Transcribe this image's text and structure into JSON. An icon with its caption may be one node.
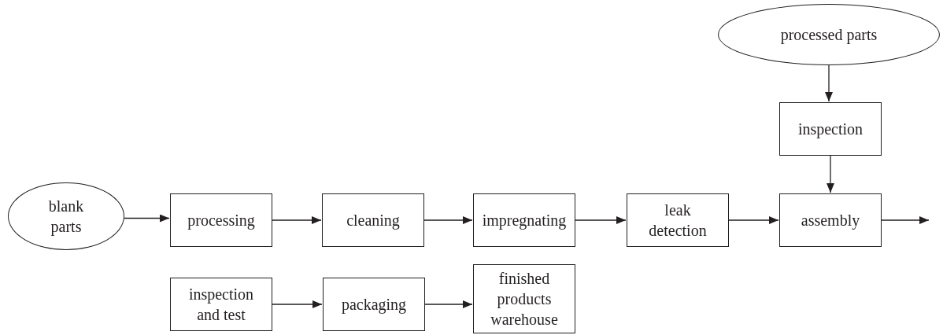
{
  "diagram": {
    "nodes": [
      {
        "text": [
          "processed parts"
        ]
      },
      {
        "text": [
          "inspection"
        ]
      },
      {
        "text": [
          "blank parts"
        ]
      },
      {
        "text": [
          "processing"
        ]
      },
      {
        "text": [
          "cleaning"
        ]
      },
      {
        "text": [
          "impregnating"
        ]
      },
      {
        "text": [
          "leak detection"
        ]
      },
      {
        "text": [
          "assembly"
        ]
      },
      {
        "text": [
          "inspection and test"
        ]
      },
      {
        "text": [
          "packaging"
        ]
      },
      {
        "text": [
          "finished products warehouse"
        ]
      }
    ],
    "edges": [
      {
        "from": 0,
        "to": 1,
        "arrow": "to"
      },
      {
        "from": 1,
        "to": 7,
        "arrow": "to"
      },
      {
        "from": 2,
        "to": 3,
        "arrow": "to"
      },
      {
        "from": 3,
        "to": 4,
        "arrow": "to"
      },
      {
        "from": 4,
        "to": 5,
        "arrow": "to"
      },
      {
        "from": 5,
        "to": 6,
        "arrow": "to"
      },
      {
        "from": 6,
        "to": 7,
        "arrow": "to"
      },
      {
        "from": 7,
        "to": null,
        "arrow": "to"
      },
      {
        "from": 8,
        "to": 9,
        "arrow": "to"
      },
      {
        "from": 9,
        "to": 10,
        "arrow": "to"
      }
    ]
  }
}
